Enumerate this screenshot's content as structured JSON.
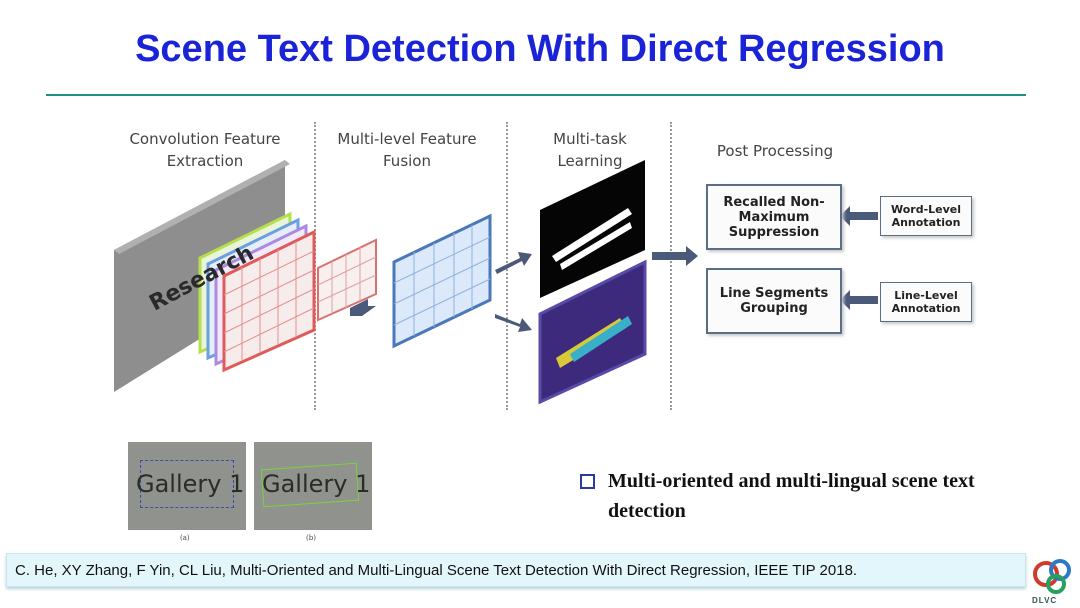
{
  "title": "Scene Text Detection With Direct Regression",
  "stages": {
    "conv": "Convolution Feature Extraction",
    "fusion": "Multi-level Feature Fusion",
    "multitask": "Multi-task Learning",
    "post": "Post Processing"
  },
  "image_text": "Research",
  "boxes": {
    "nms": "Recalled Non-Maximum Suppression",
    "grouping": "Line Segments Grouping",
    "word_annotation": "Word-Level Annotation",
    "line_annotation": "Line-Level Annotation"
  },
  "examples": {
    "a_text": "Gallery 1",
    "b_text": "Gallery 1",
    "a_caption": "(a)",
    "b_caption": "(b)"
  },
  "bullet": "Multi-oriented and multi-lingual scene text detection",
  "citation": "C. He, XY Zhang, F Yin, CL Liu, Multi-Oriented and Multi-Lingual Scene Text Detection With Direct Regression, IEEE TIP 2018.",
  "logo_text": "DLVC",
  "colors": {
    "title": "#1a23d8",
    "rule": "#1f8f8a",
    "citation_bg": "#e3f6fb"
  }
}
